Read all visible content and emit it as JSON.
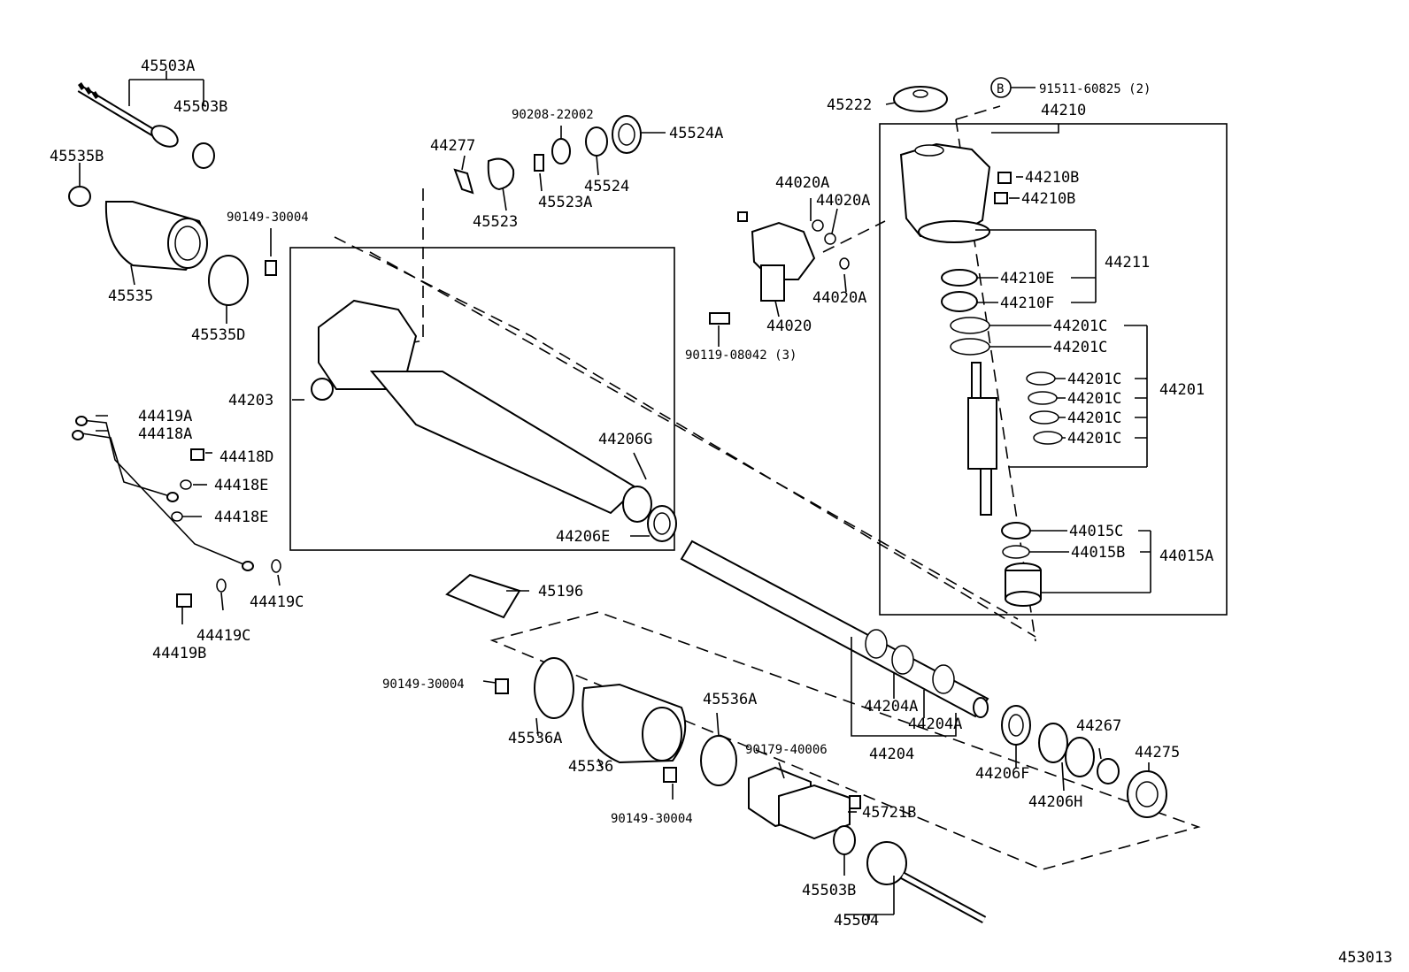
{
  "diagram_id": "453013",
  "labels": {
    "p45503A": "45503A",
    "p45503B_top": "45503B",
    "p45535B": "45535B",
    "p45535": "45535",
    "p45535D": "45535D",
    "p90149_30004_top": "90149-30004",
    "p44277": "44277",
    "p45523": "45523",
    "p45523A": "45523A",
    "p90208_22002": "90208-22002",
    "p45524": "45524",
    "p45524A": "45524A",
    "p45222": "45222",
    "p91511_60825": "91511-60825 (2)",
    "callout_B": "B",
    "p44210": "44210",
    "p44210B_1": "44210B",
    "p44210B_2": "44210B",
    "p44210E": "44210E",
    "p44210F": "44210F",
    "p44211": "44211",
    "p44201C_1": "44201C",
    "p44201C_2": "44201C",
    "p44201C_3": "44201C",
    "p44201C_4": "44201C",
    "p44201C_5": "44201C",
    "p44201C_6": "44201C",
    "p44201": "44201",
    "p44015C": "44015C",
    "p44015B": "44015B",
    "p44015A": "44015A",
    "p44020A_1": "44020A",
    "p44020A_2": "44020A",
    "p44020A_3": "44020A",
    "p44020": "44020",
    "p90119_08042": "90119-08042 (3)",
    "p44203": "44203",
    "p44206G": "44206G",
    "p44206E": "44206E",
    "p44419A": "44419A",
    "p44418A": "44418A",
    "p44418D": "44418D",
    "p44418E_1": "44418E",
    "p44418E_2": "44418E",
    "p44419C_1": "44419C",
    "p44419C_2": "44419C",
    "p44419B": "44419B",
    "p45196": "45196",
    "p90149_30004_mid": "90149-30004",
    "p45536A_1": "45536A",
    "p45536": "45536",
    "p45536A_2": "45536A",
    "p90179_40006": "90179-40006",
    "p90149_30004_bot": "90149-30004",
    "p45721B": "45721B",
    "p45503B_bot": "45503B",
    "p45504": "45504",
    "p44204A_1": "44204A",
    "p44204A_2": "44204A",
    "p44204": "44204",
    "p44206F": "44206F",
    "p44206H": "44206H",
    "p44267": "44267",
    "p44275": "44275"
  }
}
